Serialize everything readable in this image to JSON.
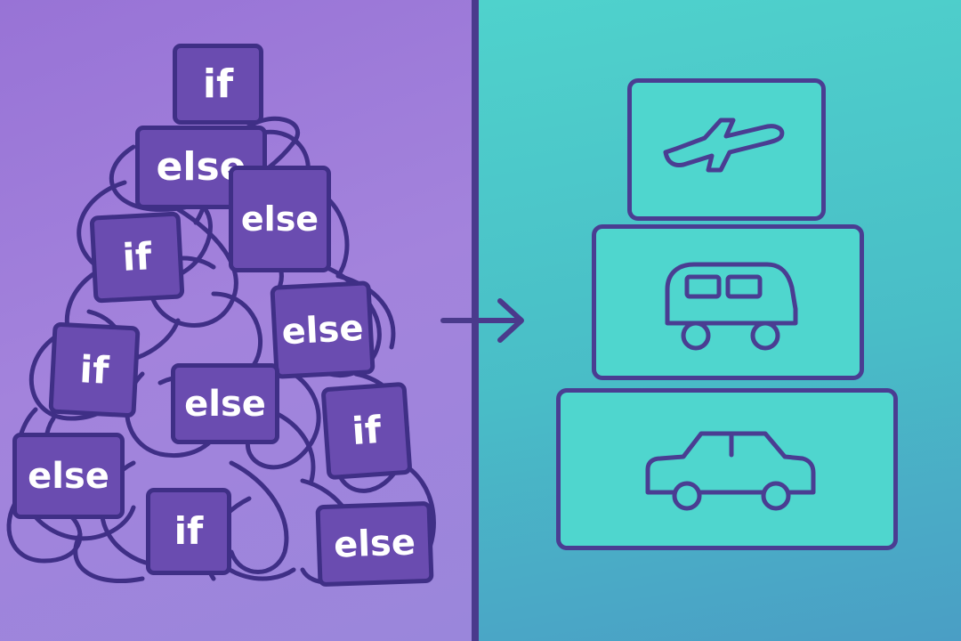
{
  "left_panel": {
    "keywords": [
      "if",
      "else",
      "else",
      "if",
      "else",
      "if",
      "else",
      "else",
      "if",
      "if",
      "else"
    ]
  },
  "right_panel": {
    "boxes": [
      {
        "icon": "airplane-icon"
      },
      {
        "icon": "van-icon"
      },
      {
        "icon": "car-icon"
      }
    ]
  },
  "colors": {
    "left_background": "#9b79d8",
    "right_background": "#4cc6c9",
    "tile_fill": "#6a4cb0",
    "outline": "#3f2f86",
    "box_fill": "#4fd6ce"
  }
}
